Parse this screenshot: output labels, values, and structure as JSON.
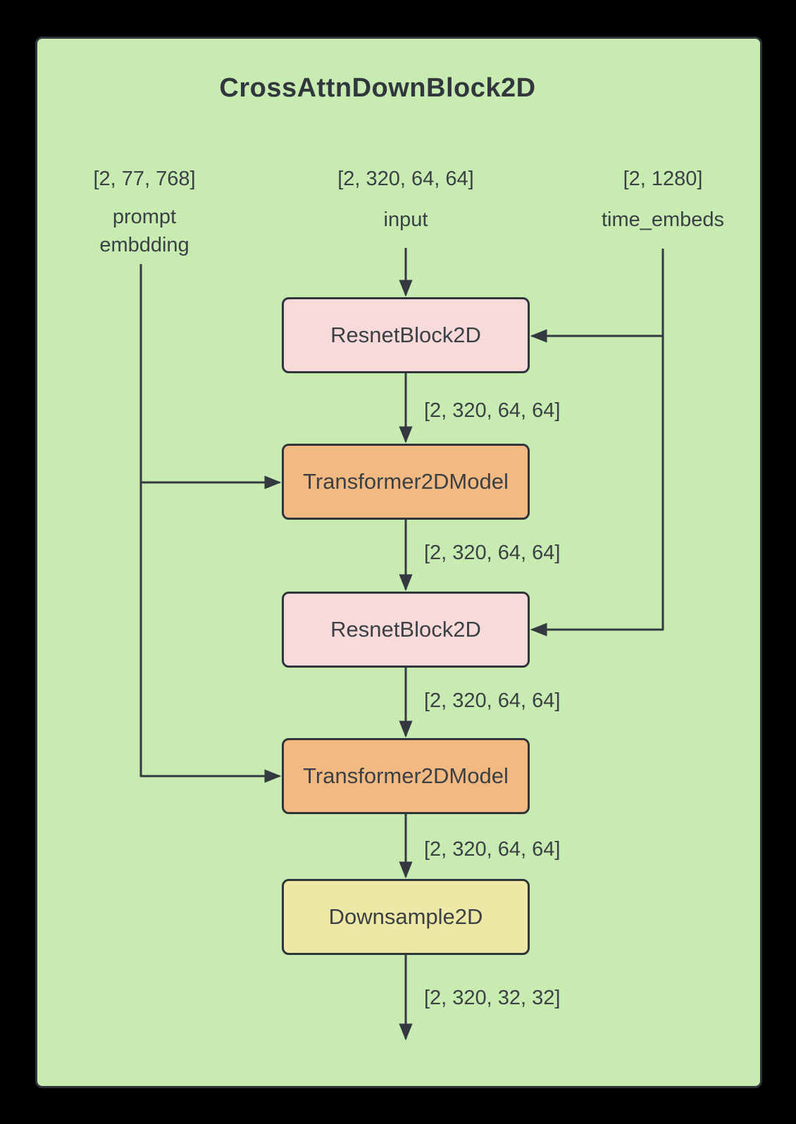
{
  "title": "CrossAttnDownBlock2D",
  "colors": {
    "canvas": "#000000",
    "panel_bg": "#c7ebb1",
    "panel_border": "#2f353b",
    "resnet_fill": "#f9dada",
    "transformer_fill": "#f2ba82",
    "downsample_fill": "#ede8a5",
    "node_border": "#2f353b",
    "text": "#3a4045",
    "arrow": "#33393f"
  },
  "sources": {
    "prompt": {
      "shape": "[2, 77, 768]",
      "name": "prompt\nembdding"
    },
    "input": {
      "shape": "[2, 320, 64, 64]",
      "name": "input"
    },
    "time": {
      "shape": "[2, 1280]",
      "name": "time_embeds"
    }
  },
  "nodes": [
    {
      "label": "ResnetBlock2D",
      "type": "resnet"
    },
    {
      "label": "Transformer2DModel",
      "type": "transformer"
    },
    {
      "label": "ResnetBlock2D",
      "type": "resnet"
    },
    {
      "label": "Transformer2DModel",
      "type": "transformer"
    },
    {
      "label": "Downsample2D",
      "type": "downsample"
    }
  ],
  "edge_labels": [
    "[2, 320, 64, 64]",
    "[2, 320, 64, 64]",
    "[2, 320, 64, 64]",
    "[2, 320, 64, 64]",
    "[2, 320, 32, 32]"
  ]
}
